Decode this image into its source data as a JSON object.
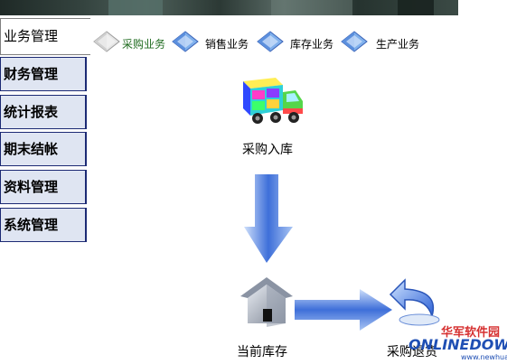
{
  "sidebar": {
    "items": [
      {
        "label": "业务管理",
        "active": true
      },
      {
        "label": "财务管理"
      },
      {
        "label": "统计报表"
      },
      {
        "label": "期末结帐"
      },
      {
        "label": "资料管理"
      },
      {
        "label": "系统管理"
      }
    ]
  },
  "tabs": [
    {
      "label": "采购业务",
      "active": true
    },
    {
      "label": "销售业务"
    },
    {
      "label": "库存业务"
    },
    {
      "label": "生产业务"
    }
  ],
  "flow": {
    "purchase_in": "采购入库",
    "current_stock": "当前库存",
    "purchase_return": "采购退货"
  },
  "watermark": {
    "cn": "华军软件园",
    "en": "ONLINEDOWN",
    "url": "www.newhua.com"
  },
  "colors": {
    "sidebar_border": "#1c2a74",
    "sidebar_bg": "#dfe5f2",
    "active_tab_text": "#1f6b1f",
    "arrow_blue": "#3e6fd9"
  },
  "icons": {
    "tab_gem": "diamond-gem-icon",
    "purchase_in": "truck-icon",
    "current_stock": "warehouse-house-icon",
    "purchase_return": "return-arrow-icon"
  }
}
